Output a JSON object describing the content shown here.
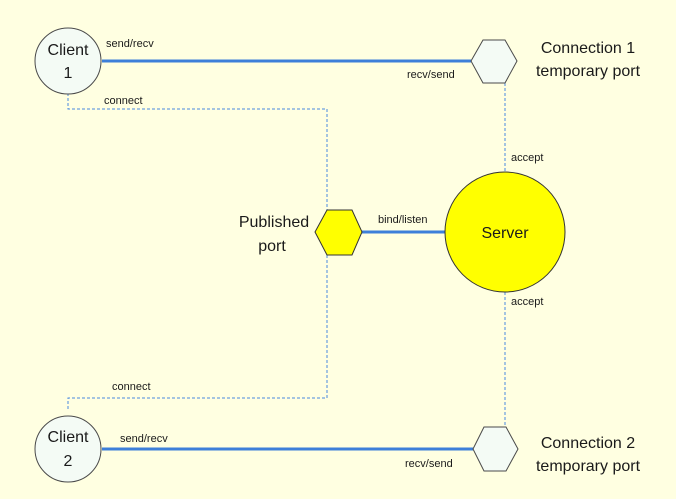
{
  "nodes": {
    "client1": {
      "line1": "Client",
      "line2": "1"
    },
    "client2": {
      "line1": "Client",
      "line2": "2"
    },
    "server": {
      "label": "Server"
    },
    "published_port": {
      "line1": "Published",
      "line2": "port"
    },
    "connection1_port": {
      "line1": "Connection 1",
      "line2": "temporary port"
    },
    "connection2_port": {
      "line1": "Connection 2",
      "line2": "temporary port"
    }
  },
  "edges": {
    "client1_send_recv": "send/recv",
    "connection1_recv_send": "recv/send",
    "client1_connect": "connect",
    "connection1_accept": "accept",
    "bind_listen": "bind/listen",
    "connection2_accept": "accept",
    "client2_connect": "connect",
    "client2_send_recv": "send/recv",
    "connection2_recv_send": "recv/send"
  },
  "colors": {
    "background": "#FFFFE1",
    "solid_link": "#3D7FD9",
    "dashed_link": "#4A8AE0",
    "client_fill": "#F4FBF5",
    "server_fill": "#FFFF00",
    "published_port_fill": "#FFFF00"
  }
}
